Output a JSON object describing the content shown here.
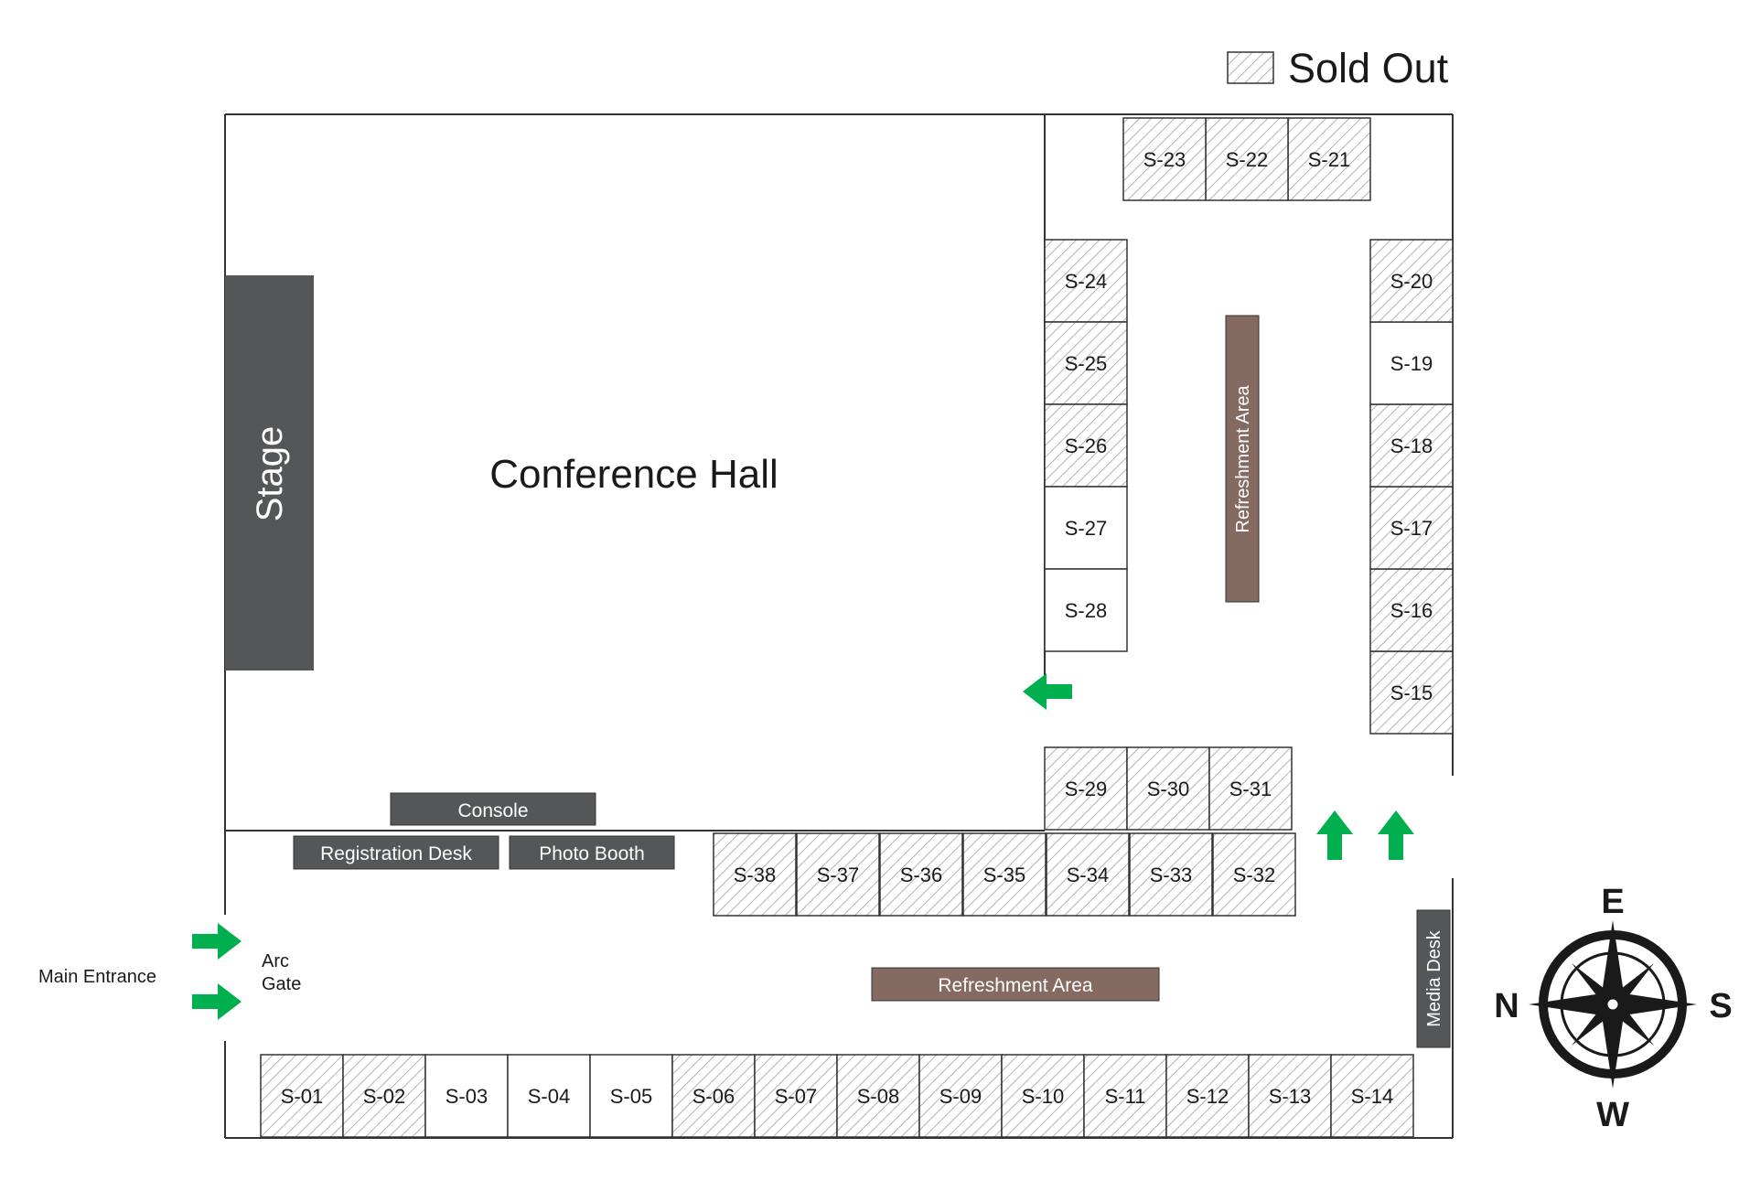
{
  "legend": {
    "label": "Sold Out"
  },
  "hall": {
    "title": "Conference Hall",
    "stage": "Stage"
  },
  "facilities": {
    "console": "Console",
    "registration": "Registration Desk",
    "photo_booth": "Photo Booth",
    "refreshment_vertical": "Refreshment Area",
    "refreshment_horizontal": "Refreshment Area",
    "media_desk": "Media Desk"
  },
  "entrance": {
    "main": "Main Entrance",
    "gate_line1": "Arc",
    "gate_line2": "Gate"
  },
  "compass": {
    "north": "N",
    "south": "S",
    "east": "E",
    "west": "W"
  },
  "colors": {
    "arrow": "#00b04f",
    "dark_block": "#555658",
    "refreshment": "#856a62",
    "hatch": "#9b9b9b",
    "border": "#333333"
  },
  "stalls": [
    {
      "id": "S-01",
      "sold_out": true
    },
    {
      "id": "S-02",
      "sold_out": true
    },
    {
      "id": "S-03",
      "sold_out": false
    },
    {
      "id": "S-04",
      "sold_out": false
    },
    {
      "id": "S-05",
      "sold_out": false
    },
    {
      "id": "S-06",
      "sold_out": true
    },
    {
      "id": "S-07",
      "sold_out": true
    },
    {
      "id": "S-08",
      "sold_out": true
    },
    {
      "id": "S-09",
      "sold_out": true
    },
    {
      "id": "S-10",
      "sold_out": true
    },
    {
      "id": "S-11",
      "sold_out": true
    },
    {
      "id": "S-12",
      "sold_out": true
    },
    {
      "id": "S-13",
      "sold_out": true
    },
    {
      "id": "S-14",
      "sold_out": true
    },
    {
      "id": "S-15",
      "sold_out": true
    },
    {
      "id": "S-16",
      "sold_out": true
    },
    {
      "id": "S-17",
      "sold_out": true
    },
    {
      "id": "S-18",
      "sold_out": true
    },
    {
      "id": "S-19",
      "sold_out": false
    },
    {
      "id": "S-20",
      "sold_out": true
    },
    {
      "id": "S-21",
      "sold_out": true
    },
    {
      "id": "S-22",
      "sold_out": true
    },
    {
      "id": "S-23",
      "sold_out": true
    },
    {
      "id": "S-24",
      "sold_out": true
    },
    {
      "id": "S-25",
      "sold_out": true
    },
    {
      "id": "S-26",
      "sold_out": true
    },
    {
      "id": "S-27",
      "sold_out": false
    },
    {
      "id": "S-28",
      "sold_out": false
    },
    {
      "id": "S-29",
      "sold_out": true
    },
    {
      "id": "S-30",
      "sold_out": true
    },
    {
      "id": "S-31",
      "sold_out": true
    },
    {
      "id": "S-32",
      "sold_out": true
    },
    {
      "id": "S-33",
      "sold_out": true
    },
    {
      "id": "S-34",
      "sold_out": true
    },
    {
      "id": "S-35",
      "sold_out": true
    },
    {
      "id": "S-36",
      "sold_out": true
    },
    {
      "id": "S-37",
      "sold_out": true
    },
    {
      "id": "S-38",
      "sold_out": true
    }
  ]
}
